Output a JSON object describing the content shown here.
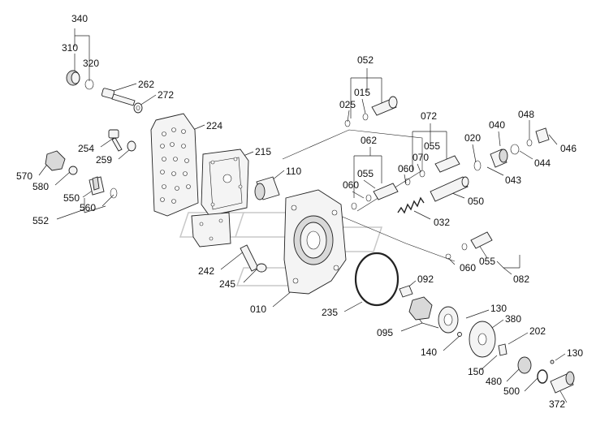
{
  "diagram": {
    "labels": [
      {
        "id": "340",
        "text": "340"
      },
      {
        "id": "310",
        "text": "310"
      },
      {
        "id": "320",
        "text": "320"
      },
      {
        "id": "262",
        "text": "262"
      },
      {
        "id": "272",
        "text": "272"
      },
      {
        "id": "224",
        "text": "224"
      },
      {
        "id": "254",
        "text": "254"
      },
      {
        "id": "259",
        "text": "259"
      },
      {
        "id": "570",
        "text": "570"
      },
      {
        "id": "580",
        "text": "580"
      },
      {
        "id": "550",
        "text": "550"
      },
      {
        "id": "560",
        "text": "560"
      },
      {
        "id": "552",
        "text": "552"
      },
      {
        "id": "215",
        "text": "215"
      },
      {
        "id": "110",
        "text": "110"
      },
      {
        "id": "052",
        "text": "052"
      },
      {
        "id": "015",
        "text": "015"
      },
      {
        "id": "025",
        "text": "025"
      },
      {
        "id": "072",
        "text": "072"
      },
      {
        "id": "062",
        "text": "062"
      },
      {
        "id": "055a",
        "text": "055"
      },
      {
        "id": "070",
        "text": "070"
      },
      {
        "id": "060a",
        "text": "060"
      },
      {
        "id": "055b",
        "text": "055"
      },
      {
        "id": "060b",
        "text": "060"
      },
      {
        "id": "020",
        "text": "020"
      },
      {
        "id": "040",
        "text": "040"
      },
      {
        "id": "048",
        "text": "048"
      },
      {
        "id": "046",
        "text": "046"
      },
      {
        "id": "044",
        "text": "044"
      },
      {
        "id": "043",
        "text": "043"
      },
      {
        "id": "050",
        "text": "050"
      },
      {
        "id": "032",
        "text": "032"
      },
      {
        "id": "060c",
        "text": "060"
      },
      {
        "id": "055c",
        "text": "055"
      },
      {
        "id": "082",
        "text": "082"
      },
      {
        "id": "242",
        "text": "242"
      },
      {
        "id": "245",
        "text": "245"
      },
      {
        "id": "010",
        "text": "010"
      },
      {
        "id": "235",
        "text": "235"
      },
      {
        "id": "092",
        "text": "092"
      },
      {
        "id": "095",
        "text": "095"
      },
      {
        "id": "130a",
        "text": "130"
      },
      {
        "id": "380",
        "text": "380"
      },
      {
        "id": "202",
        "text": "202"
      },
      {
        "id": "140",
        "text": "140"
      },
      {
        "id": "130b",
        "text": "130"
      },
      {
        "id": "150",
        "text": "150"
      },
      {
        "id": "480",
        "text": "480"
      },
      {
        "id": "500",
        "text": "500"
      },
      {
        "id": "372",
        "text": "372"
      }
    ]
  }
}
